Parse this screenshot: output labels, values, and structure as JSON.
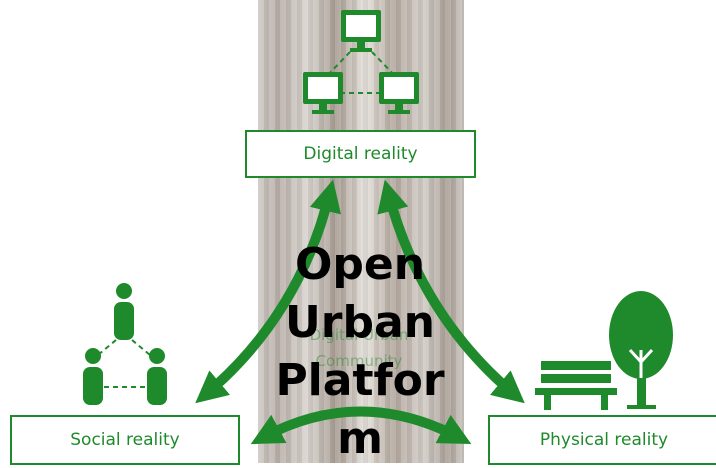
{
  "center": {
    "overlay_title_lines": [
      "Open",
      "Urban",
      "Platfor",
      "m"
    ],
    "faint_caption_lines": [
      "Digital Urban",
      "Community"
    ]
  },
  "boxes": {
    "digital": "Digital reality",
    "social": "Social reality",
    "physical": "Physical reality"
  },
  "icons": {
    "digital": "network-computers-icon",
    "social": "people-network-icon",
    "physical": "bench-and-tree-icon"
  },
  "colors": {
    "green": "#1e8a2b",
    "title": "#000000",
    "background": "#ffffff"
  }
}
